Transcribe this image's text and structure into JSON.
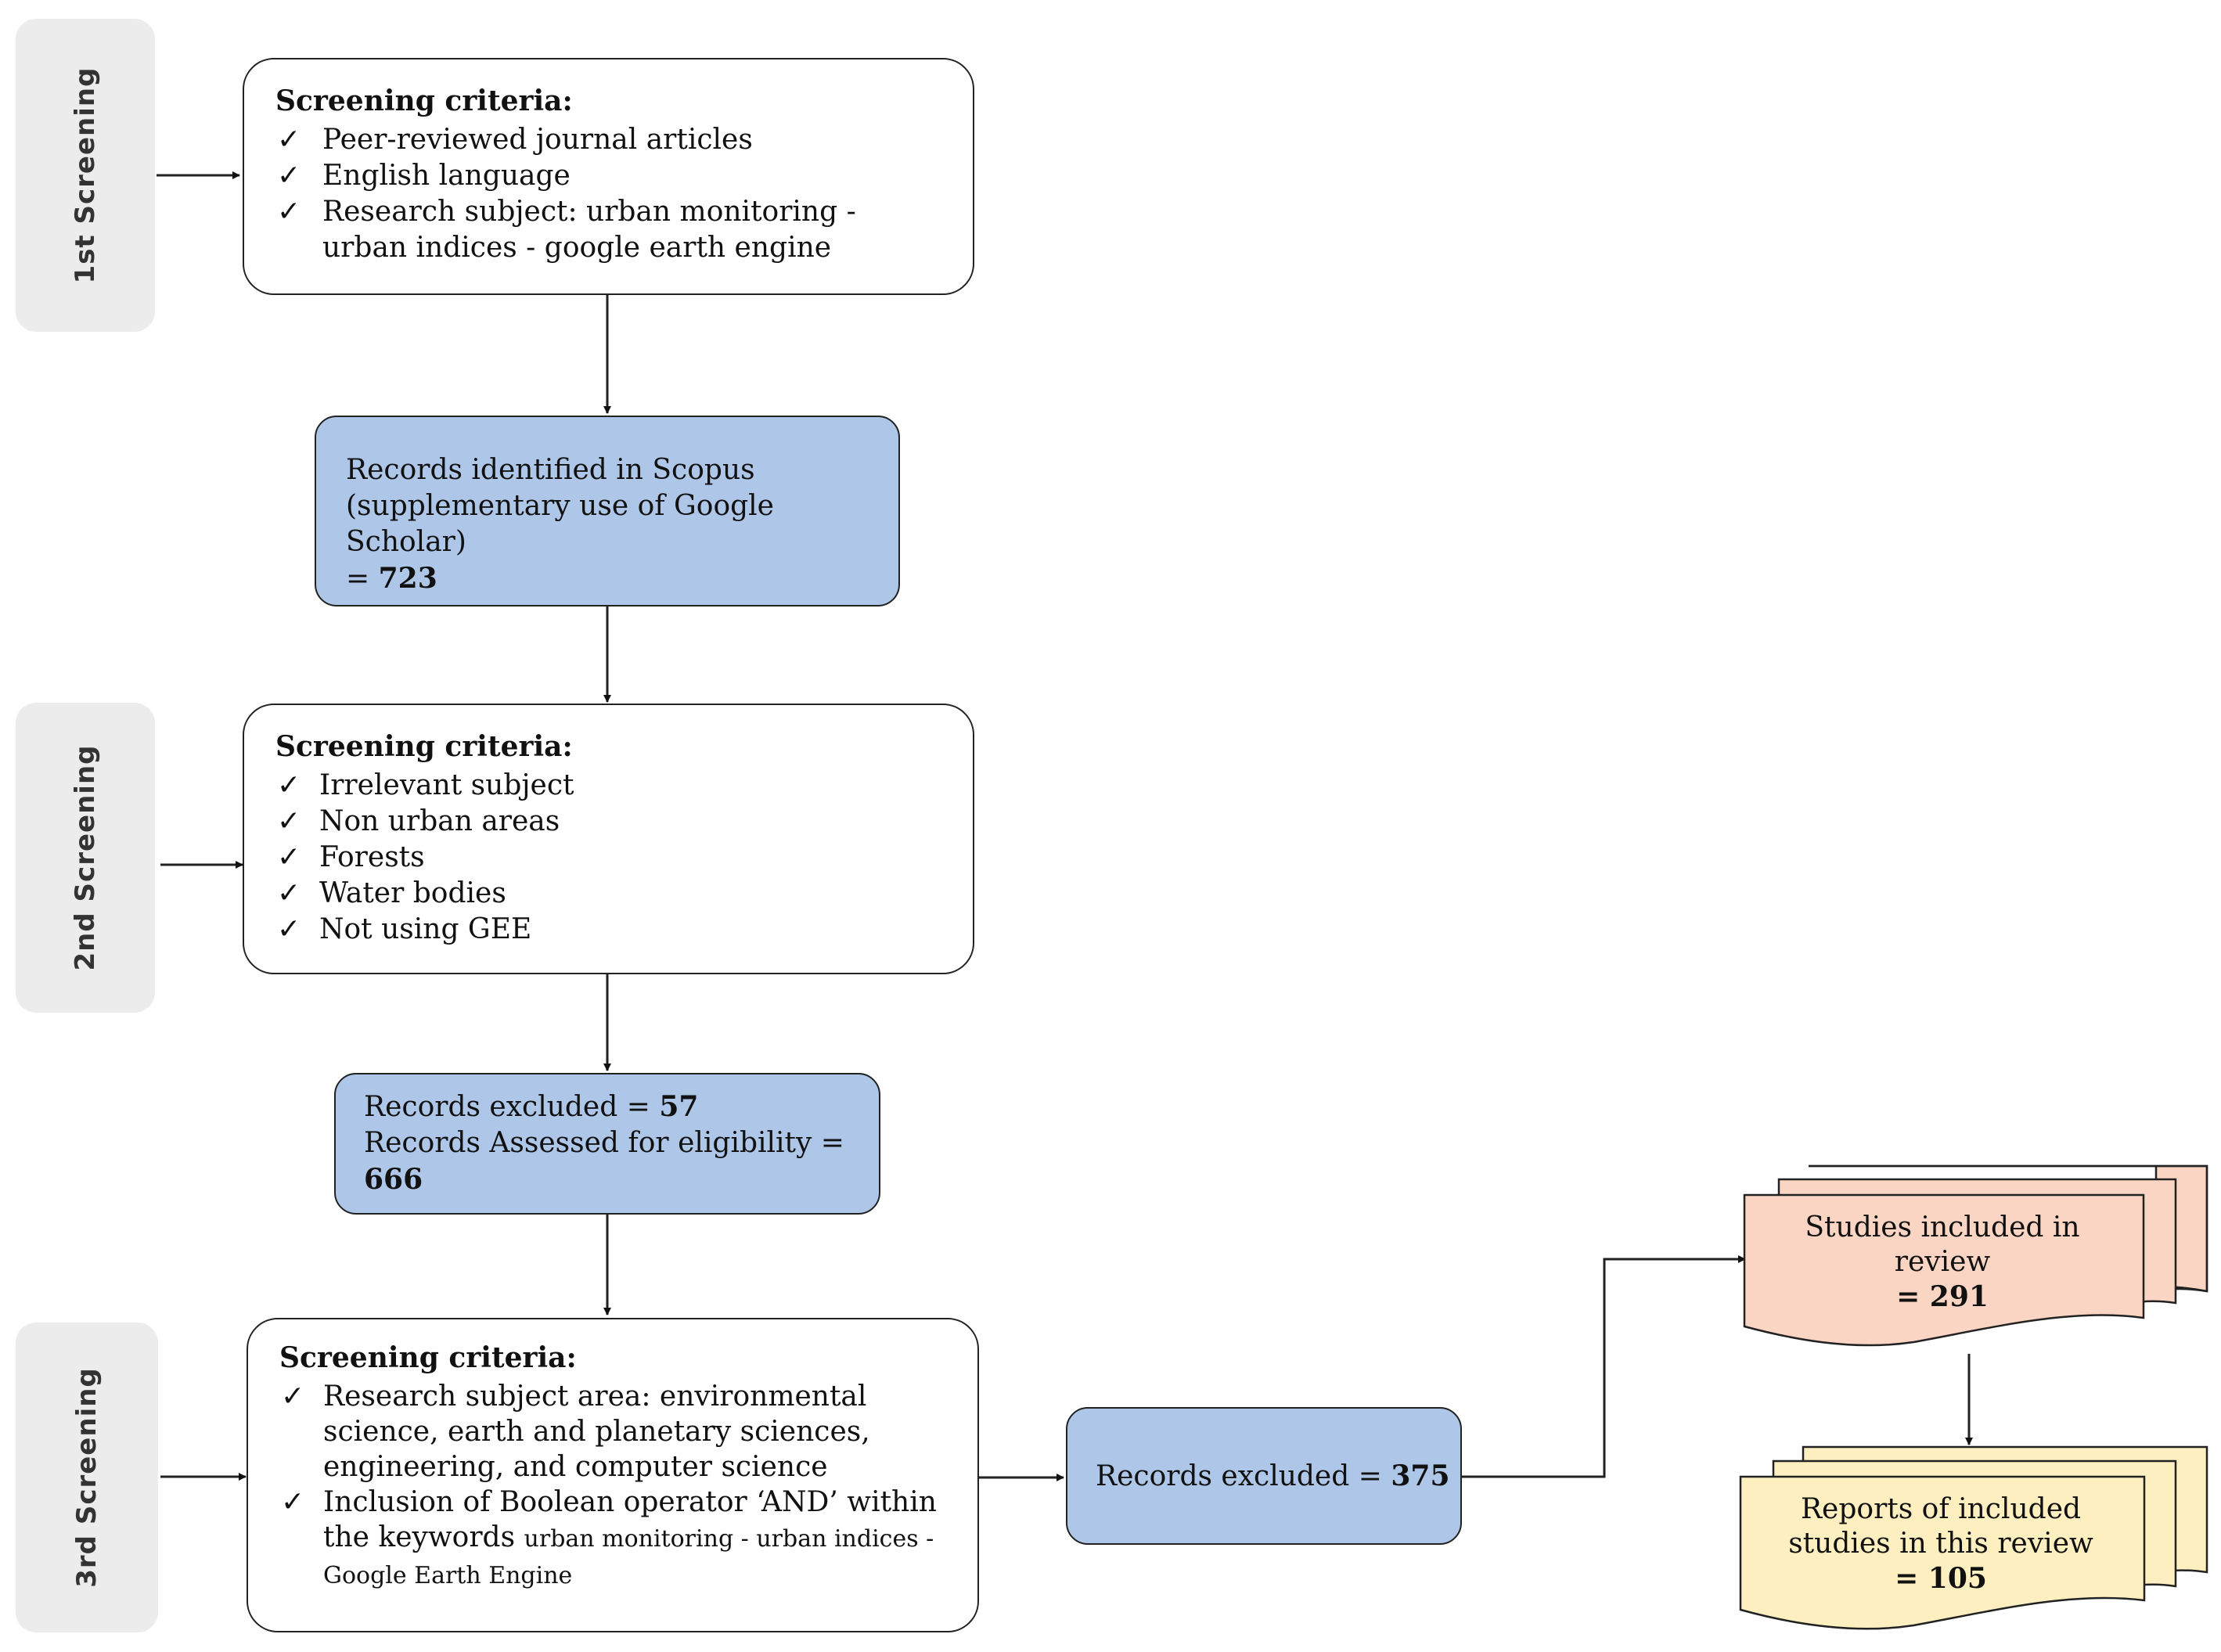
{
  "stages": {
    "first": "1st Screening",
    "second": "2nd  Screening",
    "third": "3rd  Screening"
  },
  "box1": {
    "title": "Screening  criteria:",
    "items": [
      "Peer-reviewed journal articles",
      "English language",
      "Research subject: urban monitoring - urban indices - google earth engine"
    ]
  },
  "box2": {
    "line1": "Records identified in Scopus",
    "line2": "(supplementary use of Google Scholar)",
    "prefix": "= ",
    "value": "723"
  },
  "box3": {
    "title": "Screening  criteria:",
    "items": [
      "Irrelevant subject",
      "Non urban areas",
      " Forests",
      "Water bodies",
      " Not using GEE"
    ]
  },
  "box4": {
    "line1_text": "Records excluded = ",
    "line1_value": "57",
    "line2_text": "Records Assessed for eligibility =",
    "line2_value": "666"
  },
  "box5": {
    "title": "Screening  criteria:",
    "item1": "Research subject area: environmental science, earth and planetary sciences, engineering, and computer science",
    "item2_main": "Inclusion of Boolean operator ‘AND’ within the keywords ",
    "item2_small": "urban monitoring - urban indices - Google Earth Engine"
  },
  "box6": {
    "text": "Records excluded = ",
    "value": "375"
  },
  "doc1": {
    "line1": "Studies included in",
    "line2": "review",
    "value": "= 291"
  },
  "doc2": {
    "line1": "Reports of included",
    "line2": "studies in this review",
    "value": "= 105"
  },
  "check_symbol": "✓",
  "colors": {
    "blue_box": "#aec7e8",
    "pink_doc": "#fbd5c3",
    "yellow_doc": "#fdefbf",
    "stage_tab": "#ececec"
  }
}
